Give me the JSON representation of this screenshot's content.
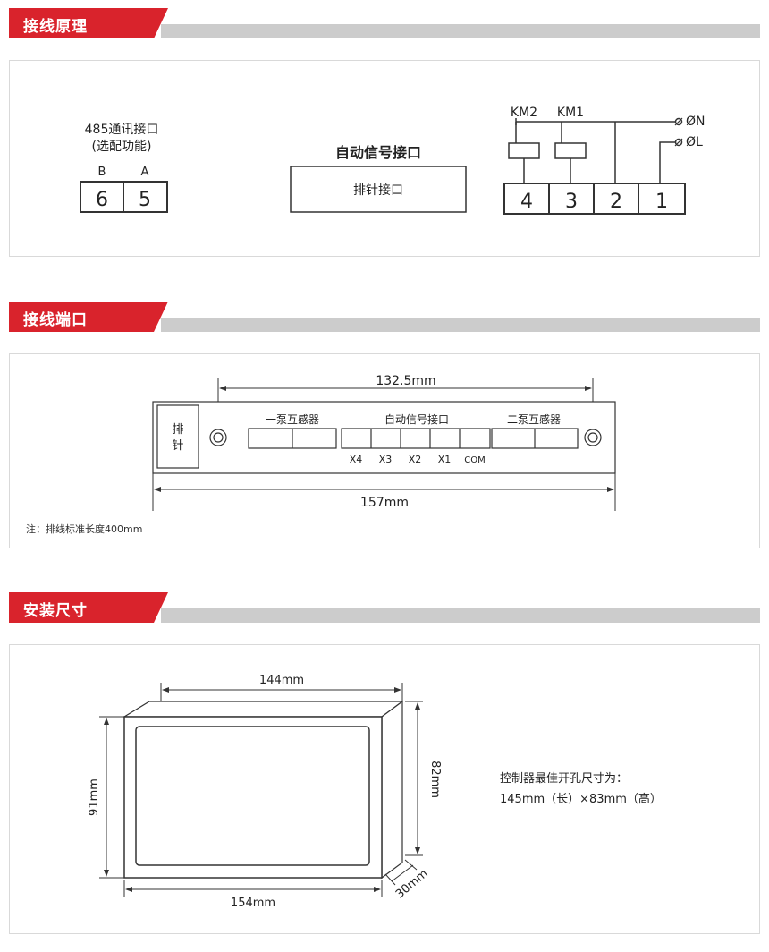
{
  "sections": {
    "wiring_principle": {
      "title": "接线原理"
    },
    "wiring_ports": {
      "title": "接线端口"
    },
    "install_size": {
      "title": "安装尺寸"
    }
  },
  "principle": {
    "rs485_line1": "485通讯接口",
    "rs485_line2": "(选配功能)",
    "rs485_label_b": "B",
    "rs485_label_a": "A",
    "rs485_terminal_6": "6",
    "rs485_terminal_5": "5",
    "auto_signal_title": "自动信号接口",
    "pin_header_label": "排针接口",
    "km2": "KM2",
    "km1": "KM1",
    "n_label": "ØN",
    "l_label": "ØL",
    "terminal_4": "4",
    "terminal_3": "3",
    "terminal_2": "2",
    "terminal_1": "1"
  },
  "ports": {
    "dim_top": "132.5mm",
    "dim_bottom": "157mm",
    "pin_label_top": "排",
    "pin_label_bottom": "针",
    "pump1_ct": "一泵互感器",
    "auto_signal": "自动信号接口",
    "pump2_ct": "二泵互感器",
    "x4": "X4",
    "x3": "X3",
    "x2": "X2",
    "x1": "X1",
    "com": "COM",
    "note": "注：排线标准长度400mm"
  },
  "install": {
    "dim_144": "144mm",
    "dim_91": "91mm",
    "dim_82": "82mm",
    "dim_154": "154mm",
    "dim_30": "30mm",
    "spec_line1": "控制器最佳开孔尺寸为：",
    "spec_line2": "145mm（长）×83mm（高）"
  },
  "colors": {
    "accent_red": "#d9232c",
    "header_gray": "#cccccc",
    "line": "#333333"
  }
}
